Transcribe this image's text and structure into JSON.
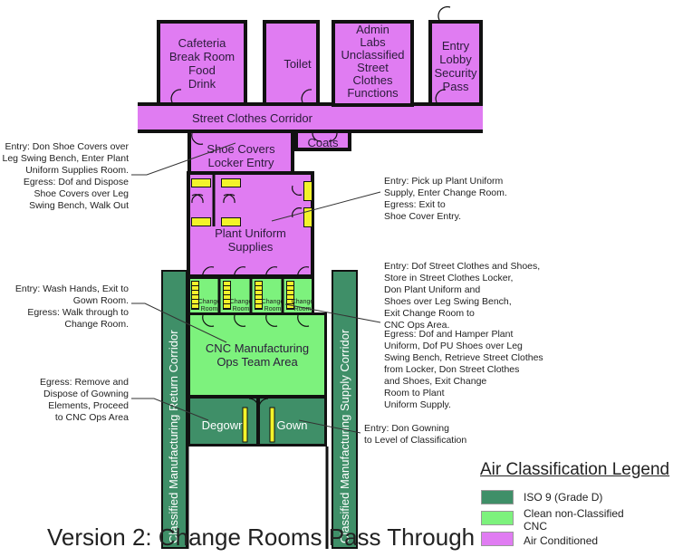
{
  "rooms": {
    "cafeteria": "Cafeteria\nBreak Room\nFood\nDrink",
    "toilet": "Toilet",
    "admin": "Admin\nLabs\nUnclassified\nStreet\nClothes\nFunctions",
    "entry_lobby": "Entry\nLobby\nSecurity\nPass",
    "street_corridor": "Street Clothes Corridor",
    "coats": "Coats",
    "shoe_covers": "Shoe Covers\nLocker Entry",
    "plant_uniform": "Plant Uniform\nSupplies",
    "change_room": "Change\nRoom",
    "cnc_ops": "CNC Manufacturing\nOps Team Area",
    "degown": "Degown",
    "gown": "Gown",
    "return_corridor": "Classified Manufacturing Return Corridor",
    "supply_corridor": "Classified Manufacturing Supply Corridor"
  },
  "notes": {
    "shoe_cover": "Entry: Don Shoe Covers over\nLeg Swing Bench, Enter Plant\nUniform Supplies Room.\nEgress: Dof and Dispose\nShoe Covers over Leg\nSwing Bench, Walk Out",
    "plant_uniform": "Entry: Pick up Plant Uniform\nSupply, Enter Change Room.\nEgress: Exit to\nShoe Cover Entry.",
    "change_room": "Entry: Dof Street Clothes and Shoes,\nStore in Street Clothes Locker,\nDon Plant Uniform and\nShoes over Leg Swing Bench,\nExit Change Room to\nCNC Ops Area.",
    "change_room_egress": "Egress: Dof and Hamper Plant\nUniform, Dof PU Shoes over Leg\nSwing Bench, Retrieve Street Clothes\nfrom Locker, Don Street Clothes\nand Shoes, Exit Change\nRoom to Plant\nUniform Supply.",
    "cnc": "Entry: Wash Hands, Exit to\nGown Room.\nEgress: Walk through to\nChange Room.",
    "degown": "Egress: Remove and\nDispose of Gowning\nElements, Proceed\nto CNC Ops Area",
    "gown": "Entry: Don Gowning\nto Level of Classification"
  },
  "legend": {
    "title": "Air Classification Legend",
    "items": [
      {
        "label": "ISO 9 (Grade D)",
        "color": "#3f8f68"
      },
      {
        "label": "Clean non-Classified\nCNC",
        "color": "#7df27d"
      },
      {
        "label": "Air Conditioned",
        "color": "#e07cf2"
      }
    ]
  },
  "title": "Version 2: Change Rooms Pass Through"
}
